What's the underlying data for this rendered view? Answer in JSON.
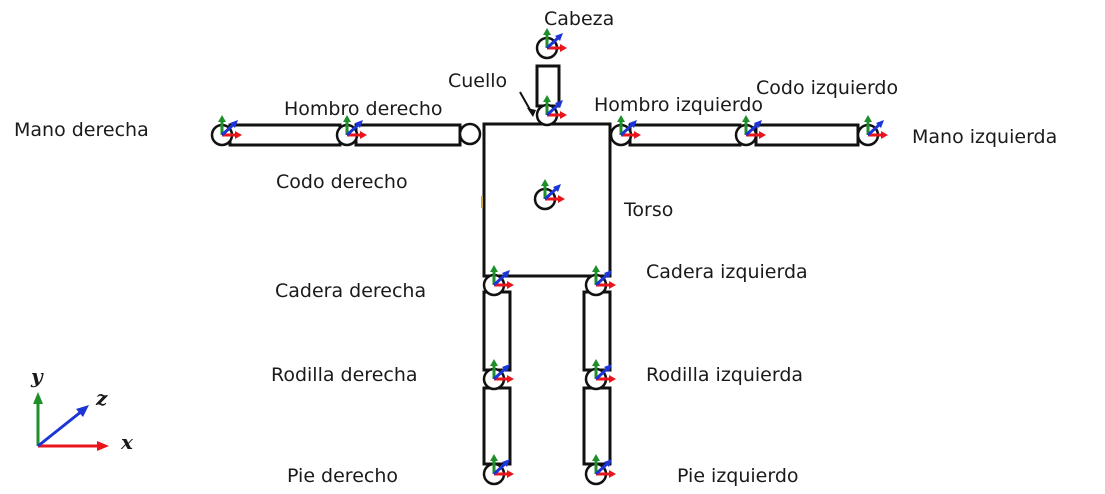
{
  "joints": {
    "head": "Cabeza",
    "neck": "Cuello",
    "shoulder_right": "Hombro derecho",
    "shoulder_left": "Hombro izquierdo",
    "elbow_left": "Codo izquierdo",
    "hand_right": "Mano derecha",
    "hand_left": "Mano izquierda",
    "elbow_right": "Codo derecho",
    "torso": "Torso",
    "hip_right": "Cadera derecha",
    "hip_left": "Cadera izquierda",
    "knee_right": "Rodilla derecha",
    "knee_left": "Rodilla izquierda",
    "foot_right": "Pie derecho",
    "foot_left": "Pie izquierdo"
  },
  "axes_legend": {
    "x": "x",
    "y": "y",
    "z": "z"
  },
  "colors": {
    "x_axis": "#e8151b",
    "y_axis": "#1f8f2a",
    "z_axis": "#1b35d8",
    "outline": "#111111"
  }
}
